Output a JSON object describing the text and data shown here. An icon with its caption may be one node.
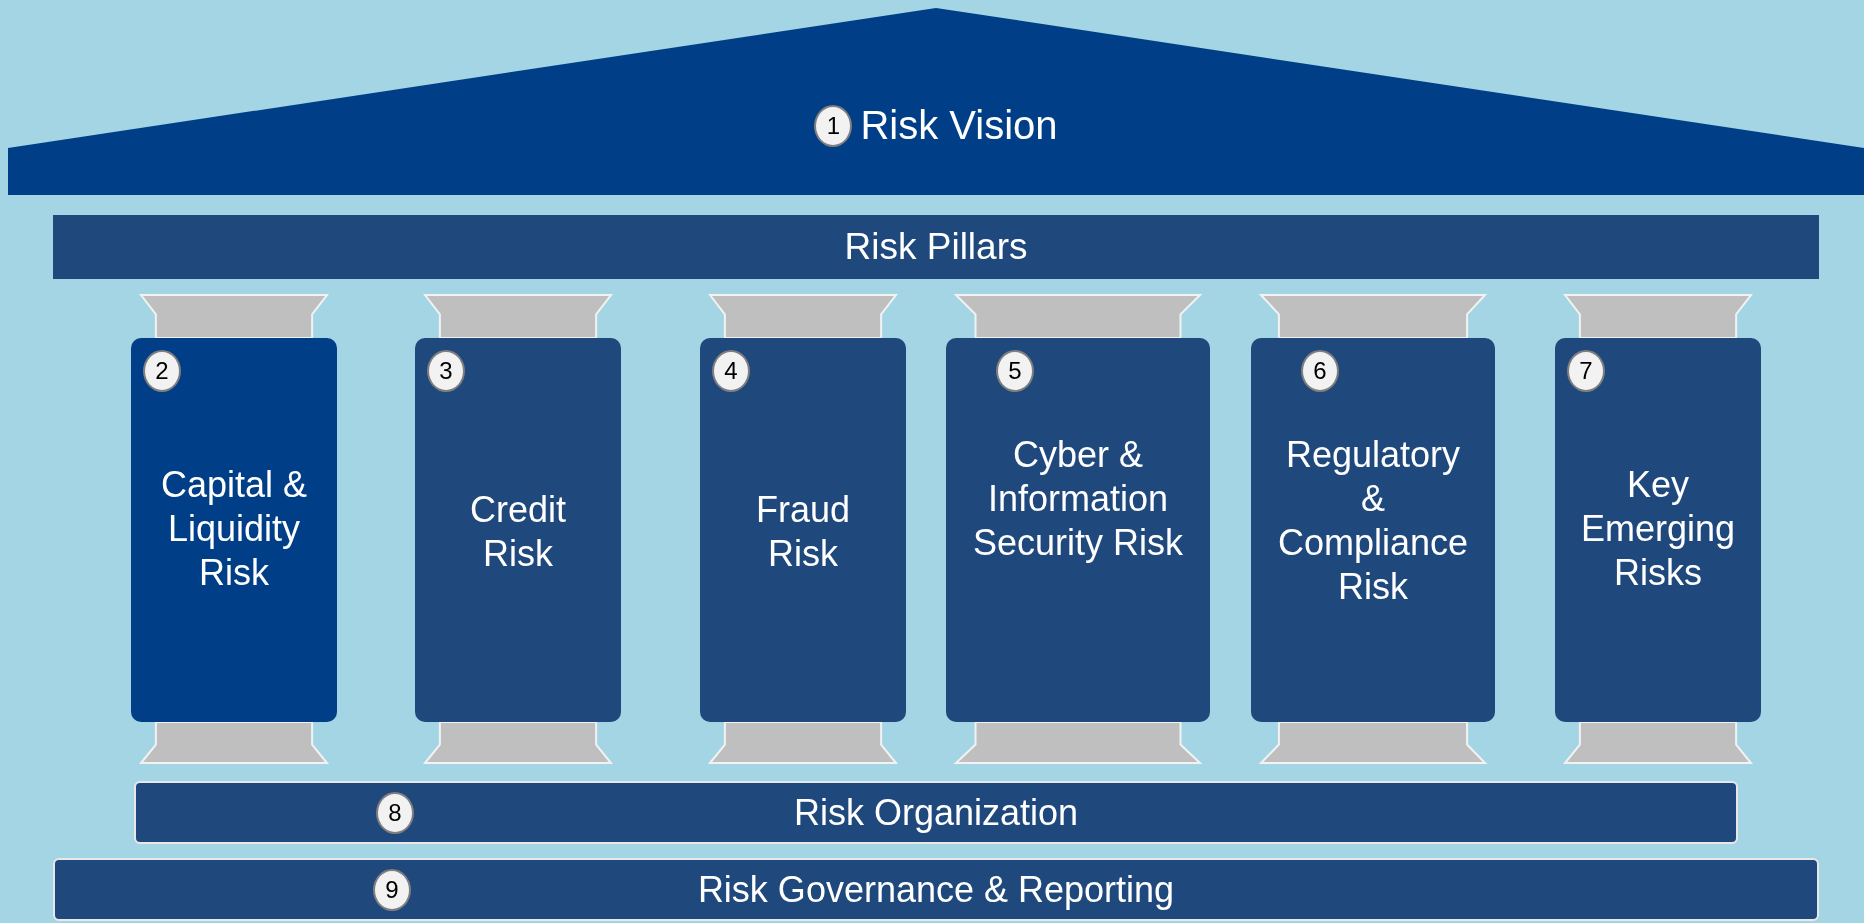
{
  "diagram": {
    "nodes": [
      {
        "text": [
          "1",
          "Risk Vision"
        ]
      },
      {
        "text": [
          "Risk Pillars"
        ]
      },
      {
        "text": [
          "2",
          "Capital & Liquidity Risk"
        ]
      },
      {
        "text": [
          "3",
          "Credit Risk"
        ]
      },
      {
        "text": [
          "4",
          "Fraud Risk"
        ]
      },
      {
        "text": [
          "5",
          "Cyber & Information Security Risk"
        ]
      },
      {
        "text": [
          "6",
          "Regulatory & Compliance Risk"
        ]
      },
      {
        "text": [
          "7",
          "Key Emerging Risks"
        ]
      },
      {
        "text": [
          "8",
          "Risk Organization"
        ]
      },
      {
        "text": [
          "9",
          "Risk Governance & Reporting"
        ]
      }
    ],
    "edges": []
  }
}
